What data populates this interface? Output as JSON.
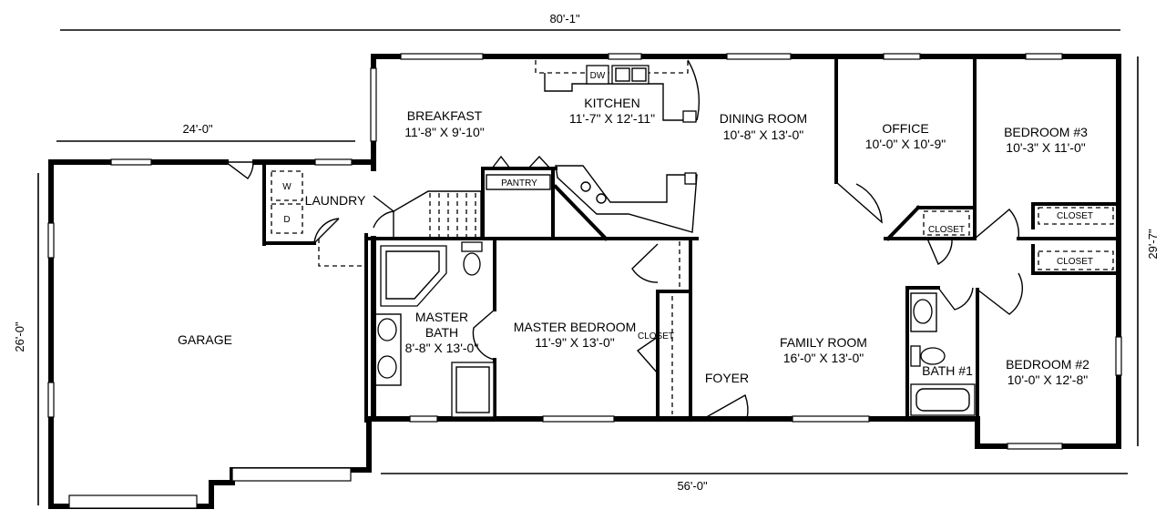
{
  "dimensions": {
    "overall_width": "80'-1\"",
    "garage_width": "24'-0\"",
    "house_depth": "29'-7\"",
    "garage_depth": "26'-0\"",
    "house_width": "56'-0\""
  },
  "rooms": {
    "breakfast": {
      "name": "BREAKFAST",
      "size": "11'-8\" X 9'-10\""
    },
    "kitchen": {
      "name": "KITCHEN",
      "size": "11'-7\" X 12'-11\""
    },
    "dining_room": {
      "name": "DINING ROOM",
      "size": "10'-8\" X 13'-0\""
    },
    "office": {
      "name": "OFFICE",
      "size": "10'-0\" X 10'-9\""
    },
    "bedroom3": {
      "name": "BEDROOM #3",
      "size": "10'-3\" X 11'-0\""
    },
    "laundry": {
      "name": "LAUNDRY"
    },
    "garage": {
      "name": "GARAGE"
    },
    "master_bath": {
      "name_line1": "MASTER",
      "name_line2": "BATH",
      "size": "8'-8\" X 13'-0\""
    },
    "master_bedroom": {
      "name": "MASTER BEDROOM",
      "size": "11'-9\" X 13'-0\""
    },
    "family_room": {
      "name": "FAMILY ROOM",
      "size": "16'-0\" X 13'-0\""
    },
    "foyer": {
      "name": "FOYER"
    },
    "bath1": {
      "name": "BATH #1"
    },
    "bedroom2": {
      "name": "BEDROOM #2",
      "size": "10'-0\" X 12'-8\""
    }
  },
  "fixtures": {
    "dishwasher": "DW",
    "pantry": "PANTRY",
    "washer": "W",
    "dryer": "D",
    "closet_office": "CLOSET",
    "closet_bed3": "CLOSET",
    "closet_bed2": "CLOSET",
    "closet_master": "CLOSET"
  }
}
